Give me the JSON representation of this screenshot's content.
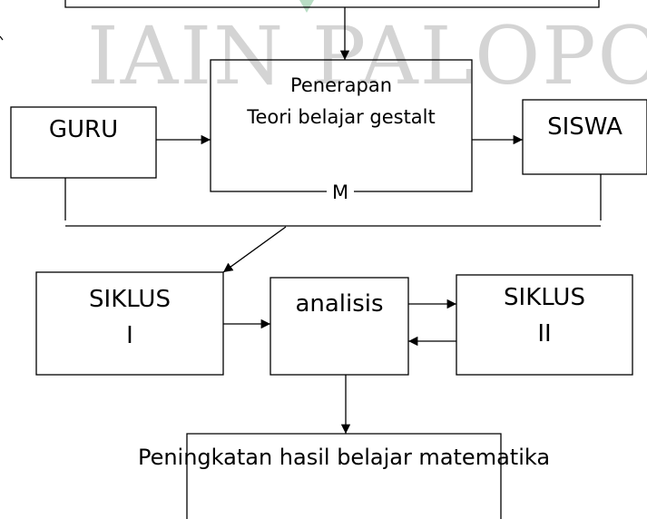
{
  "watermark": "IAIN PALOPO",
  "boxes": {
    "penerapan_line1": "Penerapan",
    "penerapan_line2": "Teori belajar gestalt",
    "penerapan_mark": "M",
    "guru": "GURU",
    "siswa": "SISWA",
    "siklus1_line1": "SIKLUS",
    "siklus1_line2": "I",
    "analisis": "analisis",
    "siklus2_line1": "SIKLUS",
    "siklus2_line2": "II",
    "peningkatan": "Peningkatan hasil belajar matematika"
  },
  "colors": {
    "watermark": "#d4d4d4",
    "watermark_logo": "#b8ddc4",
    "line": "#000000"
  }
}
